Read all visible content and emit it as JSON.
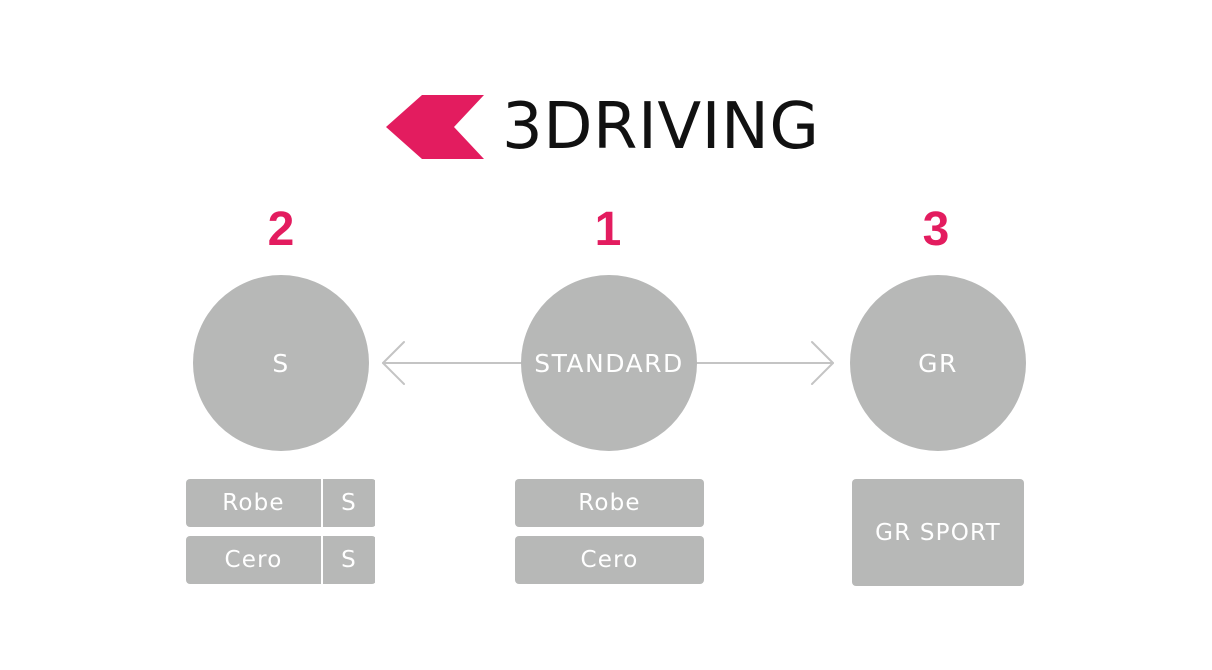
{
  "logo": {
    "brand_text": "3DRIVING",
    "chevron_color": "#e31c5f"
  },
  "colors": {
    "accent": "#e31c5f",
    "node_fill": "#b7b8b7",
    "arrow": "#c4c4c4"
  },
  "nodes": {
    "left": {
      "rank": "2",
      "label": "S"
    },
    "center": {
      "rank": "1",
      "label": "STANDARD"
    },
    "right": {
      "rank": "3",
      "label": "GR"
    }
  },
  "variants": {
    "left": [
      {
        "name": "Robe",
        "suffix": "S"
      },
      {
        "name": "Cero",
        "suffix": "S"
      }
    ],
    "center": [
      {
        "name": "Robe"
      },
      {
        "name": "Cero"
      }
    ],
    "right": [
      {
        "name": "GR SPORT"
      }
    ]
  }
}
